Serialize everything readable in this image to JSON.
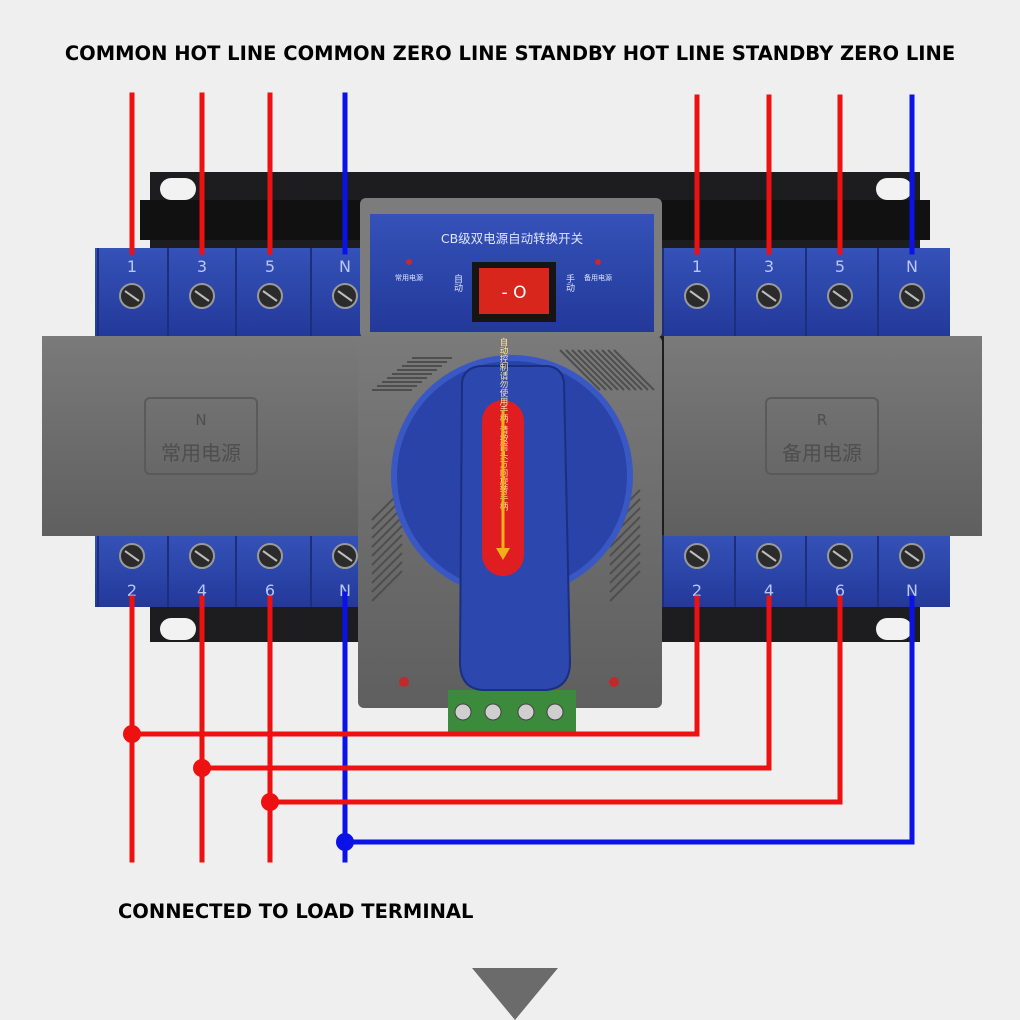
{
  "heading": "COMMON HOT LINE COMMON ZERO LINE STANDBY HOT LINE STANDBY ZERO LINE",
  "footer": "CONNECTED TO LOAD TERMINAL",
  "device": {
    "title_plate": "CB级双电源自动转换开关",
    "common_power_indicator": "常用电源",
    "standby_power_indicator": "备用电源",
    "switch_auto_label": "自动",
    "switch_manual_label": "手动",
    "switch_state": "- O",
    "left_module": {
      "letter": "N",
      "name": "常用电源"
    },
    "right_module": {
      "letter": "R",
      "name": "备用电源"
    },
    "handle_text": "自动控制请勿使用手柄 请按箭头方向旋转手柄",
    "top_terminals_left": [
      "1",
      "3",
      "5",
      "N"
    ],
    "top_terminals_right": [
      "1",
      "3",
      "5",
      "N"
    ],
    "bottom_terminals_left": [
      "2",
      "4",
      "6",
      "N"
    ],
    "bottom_terminals_right": [
      "2",
      "4",
      "6",
      "N"
    ]
  },
  "colors": {
    "hot_line": "#ee1111",
    "zero_line": "#0a12e8",
    "device_blue": "#2b46a8",
    "housing_gray": "#6b6b6b",
    "background": "#efefef"
  }
}
